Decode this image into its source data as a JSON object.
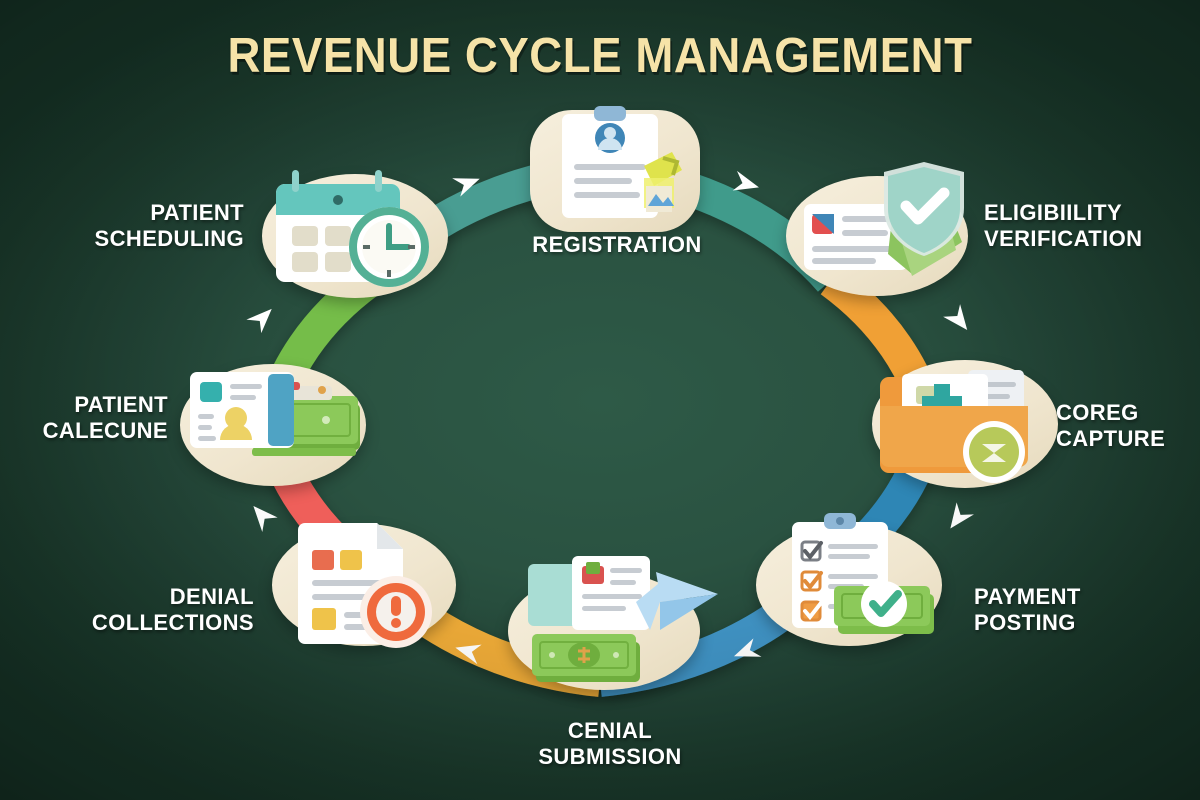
{
  "title": "REVENUE CYCLE MANAGEMENT",
  "theme": {
    "background_dark": "#1b3a2c",
    "background_center": "#2e5a47",
    "title_color": "#f6e3a8",
    "label_color": "#ffffff",
    "node_plate": "#f1e7d0"
  },
  "cycle": {
    "arrow_color": "#ffffff",
    "steps": [
      {
        "id": "patient-scheduling",
        "label": "PATIENT\nSCHEDULING",
        "icon": "calendar-clock-icon",
        "segment_color": "#4f9d8c",
        "order": 1
      },
      {
        "id": "registration",
        "label": "REGISTRATION",
        "icon": "clipboard-profile-icon",
        "segment_color": "#3a9a8c",
        "order": 2
      },
      {
        "id": "eligibility-verification",
        "label": "ELIGIBIILITY\nVERIFICATION",
        "icon": "shield-check-card-icon",
        "segment_color": "#2f9487",
        "order": 3
      },
      {
        "id": "charge-capture",
        "label": "COREG\nCAPTURE",
        "icon": "medical-folder-icon",
        "segment_color": "#f0a035",
        "order": 4
      },
      {
        "id": "payment-posting",
        "label": "PAYMENT\nPOSTING",
        "icon": "checklist-cash-icon",
        "segment_color": "#2f86b5",
        "order": 5
      },
      {
        "id": "claim-submission",
        "label": "CENIAL\nSUBMISSION",
        "icon": "cash-send-icon",
        "segment_color": "#3f93c4",
        "order": 6
      },
      {
        "id": "denial-collections",
        "label": "DENIAL\nCOLLECTIONS",
        "icon": "document-alert-icon",
        "segment_color": "#eeab38",
        "order": 7
      },
      {
        "id": "patient-collections",
        "label": "PATIENT\nCALECUNE",
        "icon": "id-card-cash-icon",
        "segment_color": "#ef5f5a",
        "order": 8
      }
    ],
    "segment_sequence": [
      {
        "from": "patient-scheduling",
        "to": "registration",
        "color": "#4a9d92"
      },
      {
        "from": "registration",
        "to": "eligibility-verification",
        "color": "#3f9b8b"
      },
      {
        "from": "eligibility-verification",
        "to": "charge-capture",
        "color": "#f0a035"
      },
      {
        "from": "charge-capture",
        "to": "payment-posting",
        "color": "#2f86b5"
      },
      {
        "from": "payment-posting",
        "to": "claim-submission",
        "color": "#3f93c4"
      },
      {
        "from": "claim-submission",
        "to": "denial-collections",
        "color": "#eeab38"
      },
      {
        "from": "denial-collections",
        "to": "patient-collections",
        "color": "#ef5f5a"
      },
      {
        "from": "patient-collections",
        "to": "patient-scheduling",
        "color": "#74bd4a"
      }
    ]
  }
}
